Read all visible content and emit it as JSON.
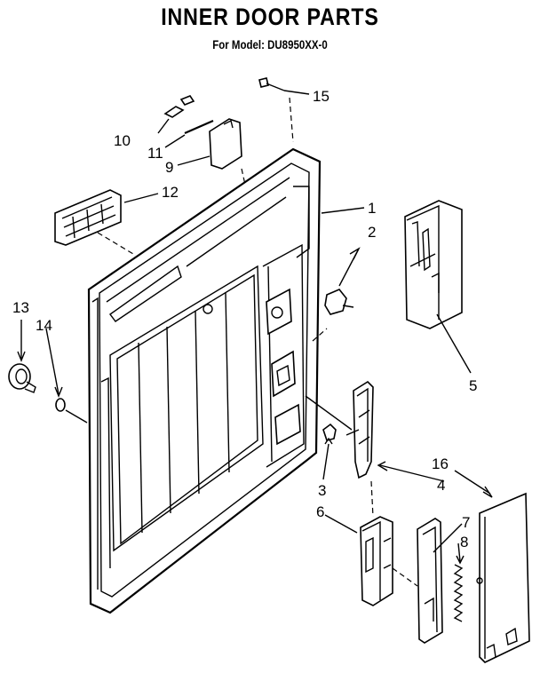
{
  "header": {
    "title": "INNER DOOR PARTS",
    "subtitle": "For Model: DU8950XX-0"
  },
  "callouts": [
    {
      "id": "1",
      "label": "1"
    },
    {
      "id": "2",
      "label": "2"
    },
    {
      "id": "3",
      "label": "3"
    },
    {
      "id": "4",
      "label": "4"
    },
    {
      "id": "5",
      "label": "5"
    },
    {
      "id": "6",
      "label": "6"
    },
    {
      "id": "7",
      "label": "7"
    },
    {
      "id": "8",
      "label": "8"
    },
    {
      "id": "9",
      "label": "9"
    },
    {
      "id": "10",
      "label": "10"
    },
    {
      "id": "11",
      "label": "11"
    },
    {
      "id": "12",
      "label": "12"
    },
    {
      "id": "13",
      "label": "13"
    },
    {
      "id": "14",
      "label": "14"
    },
    {
      "id": "15",
      "label": "15"
    },
    {
      "id": "16",
      "label": "16"
    }
  ]
}
